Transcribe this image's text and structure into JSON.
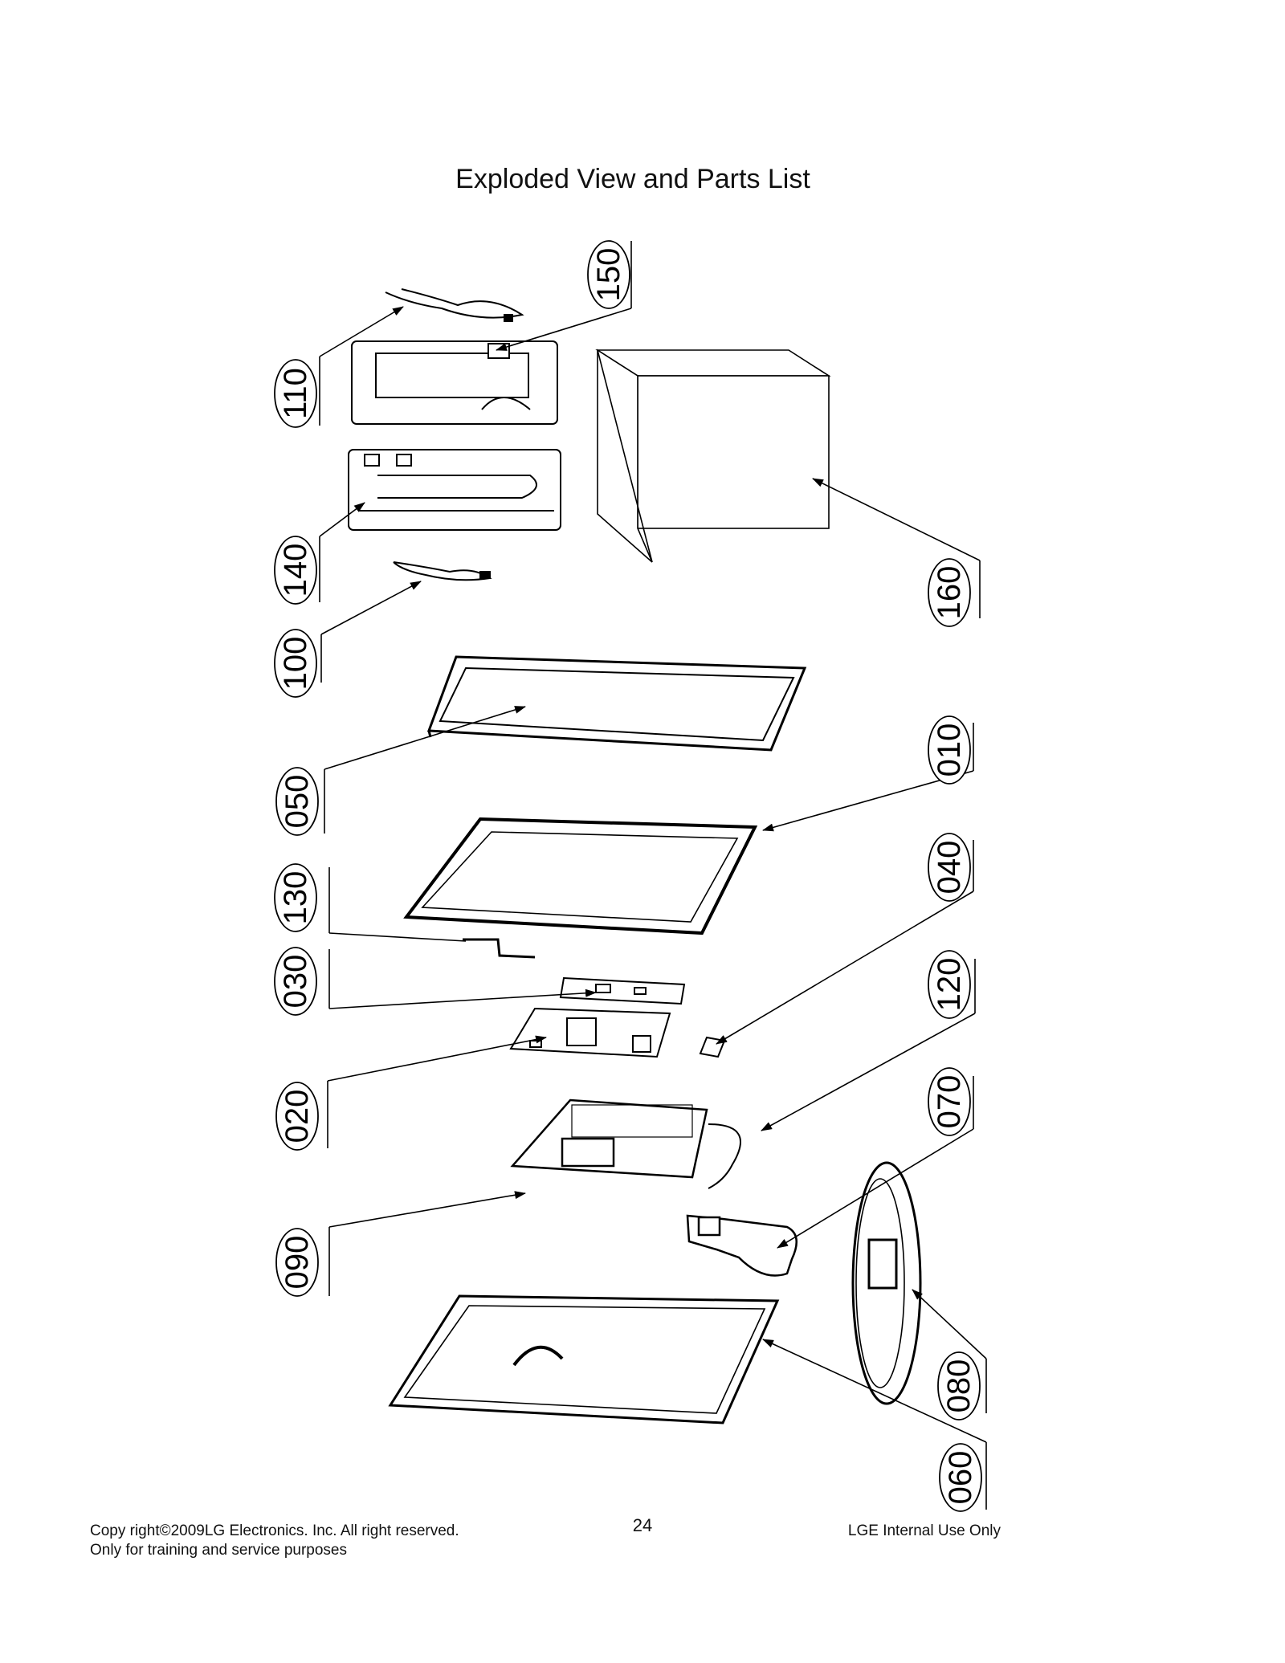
{
  "title": "Exploded View and Parts List",
  "callouts": [
    {
      "id": "110",
      "label": "110"
    },
    {
      "id": "150",
      "label": "150"
    },
    {
      "id": "140",
      "label": "140"
    },
    {
      "id": "100",
      "label": "100"
    },
    {
      "id": "160",
      "label": "160"
    },
    {
      "id": "050",
      "label": "050"
    },
    {
      "id": "010",
      "label": "010"
    },
    {
      "id": "130",
      "label": "130"
    },
    {
      "id": "040",
      "label": "040"
    },
    {
      "id": "030",
      "label": "030"
    },
    {
      "id": "120",
      "label": "120"
    },
    {
      "id": "020",
      "label": "020"
    },
    {
      "id": "070",
      "label": "070"
    },
    {
      "id": "090",
      "label": "090"
    },
    {
      "id": "080",
      "label": "080"
    },
    {
      "id": "060",
      "label": "060"
    }
  ],
  "footer": {
    "copyright": "Copy right©2009LG Electronics. Inc. All right reserved.",
    "purpose": "Only for training and service purposes",
    "page_number": "24",
    "internal": "LGE Internal Use Only"
  }
}
